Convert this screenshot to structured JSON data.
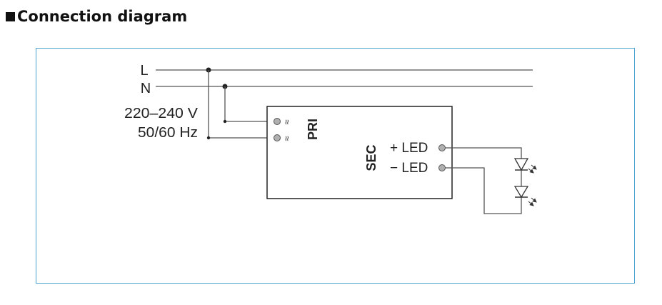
{
  "heading": {
    "title": "Connection diagram"
  },
  "mains": {
    "line_label": "L",
    "neutral_label": "N",
    "voltage": "220–240 V",
    "frequency": "50/60 Hz"
  },
  "driver": {
    "primary_label": "PRI",
    "secondary_label": "SEC",
    "plus_led_label": "+ LED",
    "minus_led_label": "− LED",
    "ac_symbol": "≈"
  },
  "colors": {
    "frame_border": "#4fa3d1",
    "wire": "#555555",
    "terminal": "#b0b0b0"
  }
}
